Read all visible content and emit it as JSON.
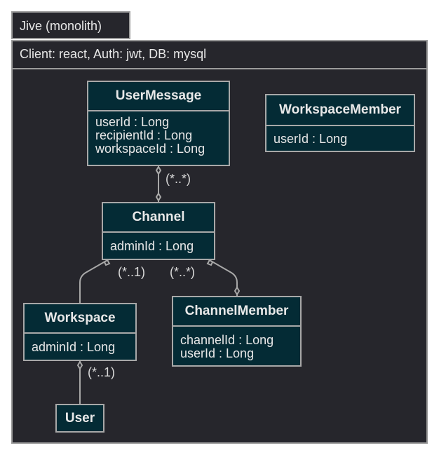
{
  "title": "Jive (monolith)",
  "subtitle": "Client: react, Auth: jwt, DB: mysql",
  "entities": {
    "user_message": {
      "name": "UserMessage",
      "attrs": [
        "userId : Long",
        "recipientId : Long",
        "workspaceId : Long"
      ]
    },
    "workspace_member": {
      "name": "WorkspaceMember",
      "attrs": [
        "userId : Long"
      ]
    },
    "channel": {
      "name": "Channel",
      "attrs": [
        "adminId : Long"
      ]
    },
    "workspace": {
      "name": "Workspace",
      "attrs": [
        "adminId : Long"
      ]
    },
    "channel_member": {
      "name": "ChannelMember",
      "attrs": [
        "channelId : Long",
        "userId : Long"
      ]
    },
    "user": {
      "name": "User",
      "attrs": []
    }
  },
  "relations": {
    "usermessage_channel": "(*..*)",
    "channel_workspace": "(*..1)",
    "channel_channelmember": "(*..*)",
    "workspace_user": "(*..1)"
  },
  "colors": {
    "background": "#26262c",
    "entity_fill": "#042b35",
    "border": "#a8a8a8",
    "text": "#e8e8e8"
  }
}
